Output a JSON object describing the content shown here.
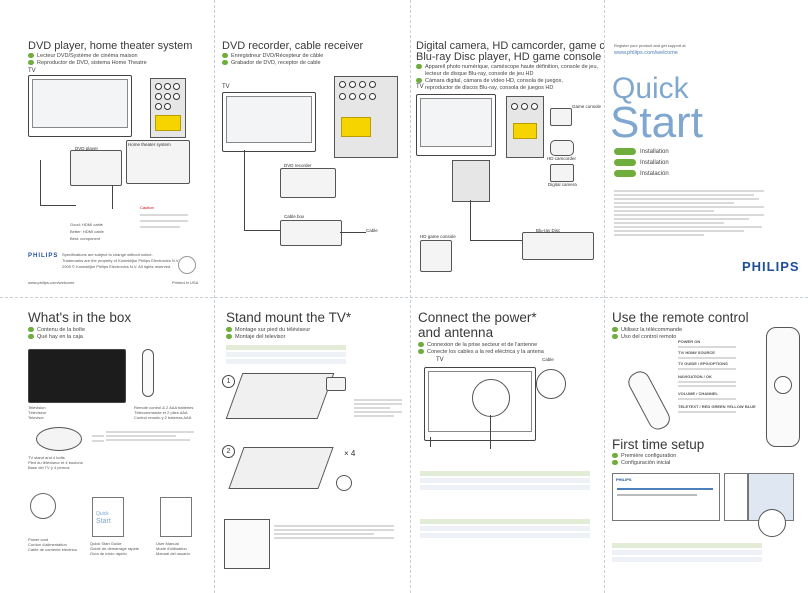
{
  "top_left": {
    "title": "DVD player, home theater system",
    "sub1": "Lecteur DVD/Système de cinéma maison",
    "sub2": "Reproductor de DVD, sistema Home Theatre",
    "tv_label": "TV",
    "dvd_label": "DVD player",
    "htc_label": "Home theater system",
    "legend": [
      "Good: HDMI cable",
      "Better: HDMI cable",
      "Best: component"
    ],
    "caution": "Caution",
    "footer1": "Specifications are subject to change without notice.",
    "footer2": "Trademarks are the property of Koninklijke Philips Electronics N.V.",
    "footer3": "2009 © Koninklijke Philips Electronics N.V. All rights reserved.",
    "url": "www.philips.com/welcome",
    "brand": "PHILIPS",
    "printed": "Printed in USA"
  },
  "top_mid": {
    "title": "DVD recorder, cable receiver",
    "sub1": "Enregistreur DVD/Récepteur de câble",
    "sub2": "Grabador de DVD, receptor de cable",
    "tv_label": "TV",
    "rec_label": "DVD recorder",
    "cable_box_label": "Cable box",
    "cable_label": "Cable"
  },
  "top_right1": {
    "title1": "Digital camera, HD camcorder, game console,",
    "title2": "Blu-ray Disc player, HD game console",
    "sub1": "Appareil photo numérique, caméscope haute définition, console de jeu,",
    "sub2": "lecteur de disque Blu-ray, console de jeu HD",
    "sub3": "Cámara digital, cámara de vídeo HD, consola de juegos,",
    "sub4": "reproductor de discos Blu-ray, consola de juegos HD",
    "tv_label": "TV",
    "game_label": "Game console",
    "hd_label": "HD camcorder",
    "cam_label": "Digital camera",
    "hdgame_label": "HD game console",
    "bluray_label": "Blu-ray Disc"
  },
  "quick_start": {
    "reg": "Register your product and get support at",
    "url": "www.philips.com/welcome",
    "word1": "Quick",
    "word2": "Start",
    "langs": [
      "Installation",
      "Installation",
      "Instalación"
    ],
    "brand": "PHILIPS"
  },
  "box": {
    "title": "What's in the box",
    "sub1": "Contenu de la boîte",
    "sub2": "Qué hay en la caja",
    "items_left": [
      "Television",
      "Téléviseur",
      "Televisor"
    ],
    "items_right": [
      "Remote control & 2 AAA batteries",
      "Télécommande et 2 piles AAA",
      "Control remoto y 2 baterías AAA"
    ],
    "stand": [
      "TV stand and 4 bolts",
      "Pied du téléviseur et 4 boulons",
      "Base del TV y 4 pernos"
    ],
    "cables": [
      "Power cord",
      "Cordon d'alimentation",
      "Cable de corriente eléctrica"
    ],
    "guides": [
      "Quick Start Guide",
      "Guide de démarrage rapide",
      "Guía de inicio rápido"
    ],
    "manuals": [
      "User Manual",
      "Mode d'utilisation",
      "Manual del usuario"
    ],
    "qs_word": "Quick",
    "qs_word2": "Start"
  },
  "stand": {
    "title": "Stand mount the TV*",
    "sub1": "Montage sur pied du téléviseur",
    "sub2": "Montaje del televisor",
    "step1": "1",
    "step2": "2",
    "x4": "× 4"
  },
  "power": {
    "title1": "Connect the power*",
    "title2": "and antenna",
    "sub1": "Connexion de la prise secteur et de l'antenne",
    "sub2": "Conecte los cables a la red eléctrica y la antena",
    "tv_label": "TV",
    "cable_label": "Cable"
  },
  "remote": {
    "title": "Use the remote control",
    "sub1": "Utilisez la télécommande",
    "sub2": "Uso del control remoto",
    "keys": [
      "POWER ON",
      "TV/ HDMI/ SOURCE",
      "TV GUIDE / EPG/OPTIONS",
      "NAVIGATION / OK",
      "VOLUME / CHANNEL",
      "TELETEXT / RED GREEN YELLOW BLUE"
    ]
  },
  "setup": {
    "title": "First time setup",
    "sub1": "Première configuration",
    "sub2": "Configuración inicial",
    "brand": "PHILIPS"
  }
}
